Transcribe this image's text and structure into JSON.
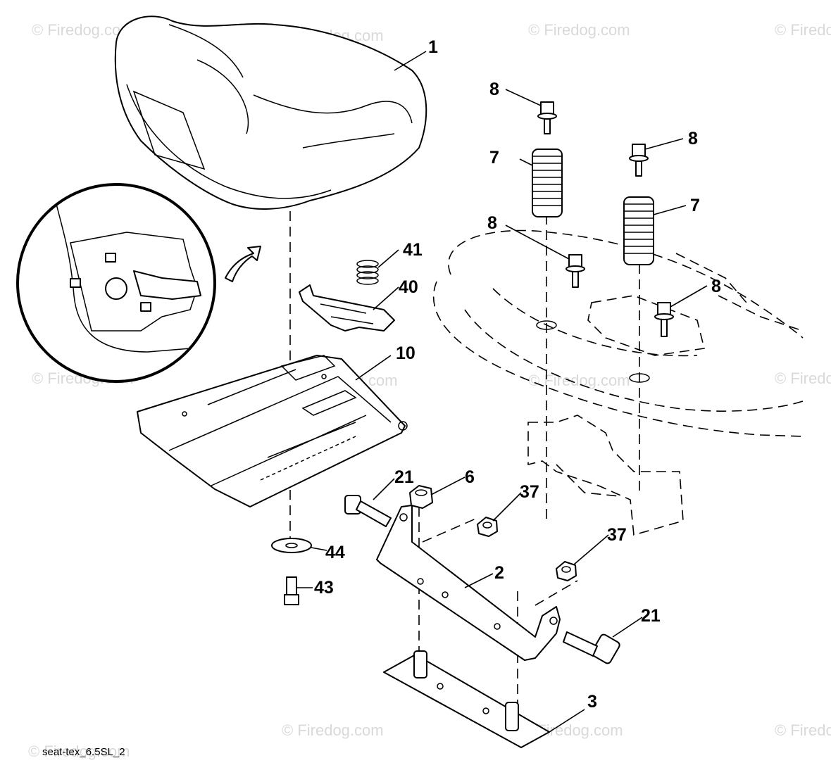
{
  "diagram": {
    "caption": "seat-tex_6.5SL_2",
    "watermark": "© Firedog.com",
    "callouts": [
      {
        "id": "c1",
        "label": "1"
      },
      {
        "id": "c8a",
        "label": "8"
      },
      {
        "id": "c7a",
        "label": "7"
      },
      {
        "id": "c8b",
        "label": "8"
      },
      {
        "id": "c7b",
        "label": "7"
      },
      {
        "id": "c8c",
        "label": "8"
      },
      {
        "id": "c8d",
        "label": "8"
      },
      {
        "id": "c41",
        "label": "41"
      },
      {
        "id": "c40",
        "label": "40"
      },
      {
        "id": "c10",
        "label": "10"
      },
      {
        "id": "c21a",
        "label": "21"
      },
      {
        "id": "c6",
        "label": "6"
      },
      {
        "id": "c37a",
        "label": "37"
      },
      {
        "id": "c37b",
        "label": "37"
      },
      {
        "id": "c44",
        "label": "44"
      },
      {
        "id": "c43",
        "label": "43"
      },
      {
        "id": "c2",
        "label": "2"
      },
      {
        "id": "c21b",
        "label": "21"
      },
      {
        "id": "c3",
        "label": "3"
      }
    ]
  }
}
